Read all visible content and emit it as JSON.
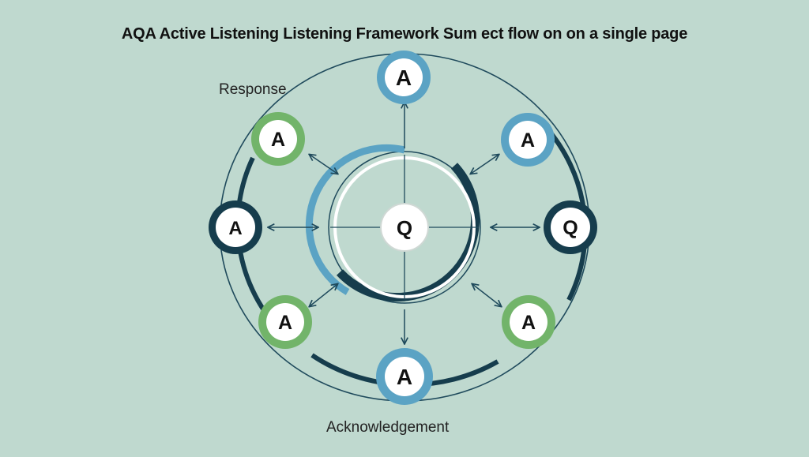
{
  "title": "AQA Active Listening Listening Framework Sum   ect flow on on a single page",
  "labels": {
    "response": "Response",
    "acknowledgement": "Acknowledgement"
  },
  "center": {
    "letter": "Q"
  },
  "nodes": [
    {
      "id": "top",
      "letter": "A",
      "color": "#5ba3c4"
    },
    {
      "id": "top-right",
      "letter": "A",
      "color": "#5ba3c4"
    },
    {
      "id": "right",
      "letter": "Q",
      "color": "#163d4d"
    },
    {
      "id": "bottom-right",
      "letter": "A",
      "color": "#72b46a"
    },
    {
      "id": "bottom",
      "letter": "A",
      "color": "#5ba3c4"
    },
    {
      "id": "bottom-left",
      "letter": "A",
      "color": "#72b46a"
    },
    {
      "id": "left",
      "letter": "A",
      "color": "#163d4d"
    },
    {
      "id": "top-left",
      "letter": "A",
      "color": "#72b46a"
    }
  ],
  "colors": {
    "background": "#bfd9cf",
    "dark": "#163d4d",
    "blue": "#5ba3c4",
    "green": "#72b46a",
    "line": "#1f4a5c"
  }
}
